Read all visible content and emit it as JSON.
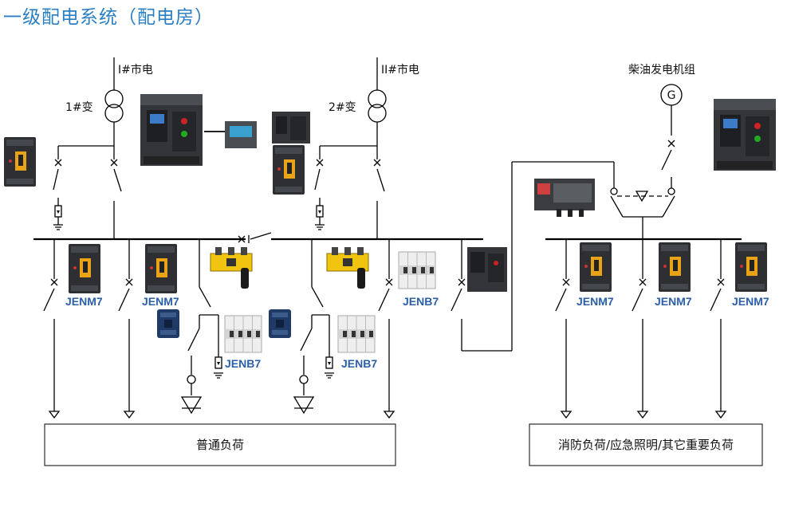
{
  "title": "一级配电系统（配电房）",
  "sources": {
    "mains1": "I#市电",
    "mains2": "II#市电",
    "generator": "柴油发电机组",
    "generator_symbol": "G"
  },
  "transformers": {
    "t1": "1#变",
    "t2": "2#变"
  },
  "product_labels": {
    "jenm7": "JENM7",
    "jenb7": "JENB7"
  },
  "loads": {
    "normal": "普通负荷",
    "emergency": "消防负荷/应急照明/其它重要负荷"
  },
  "colors": {
    "title": "#2a7fc4",
    "product_label": "#2b5fa8",
    "breaker_body": "#2d2f33",
    "breaker_handle": "#e8a317",
    "contactor": "#1f3a66",
    "mcb": "#eeeeee"
  }
}
